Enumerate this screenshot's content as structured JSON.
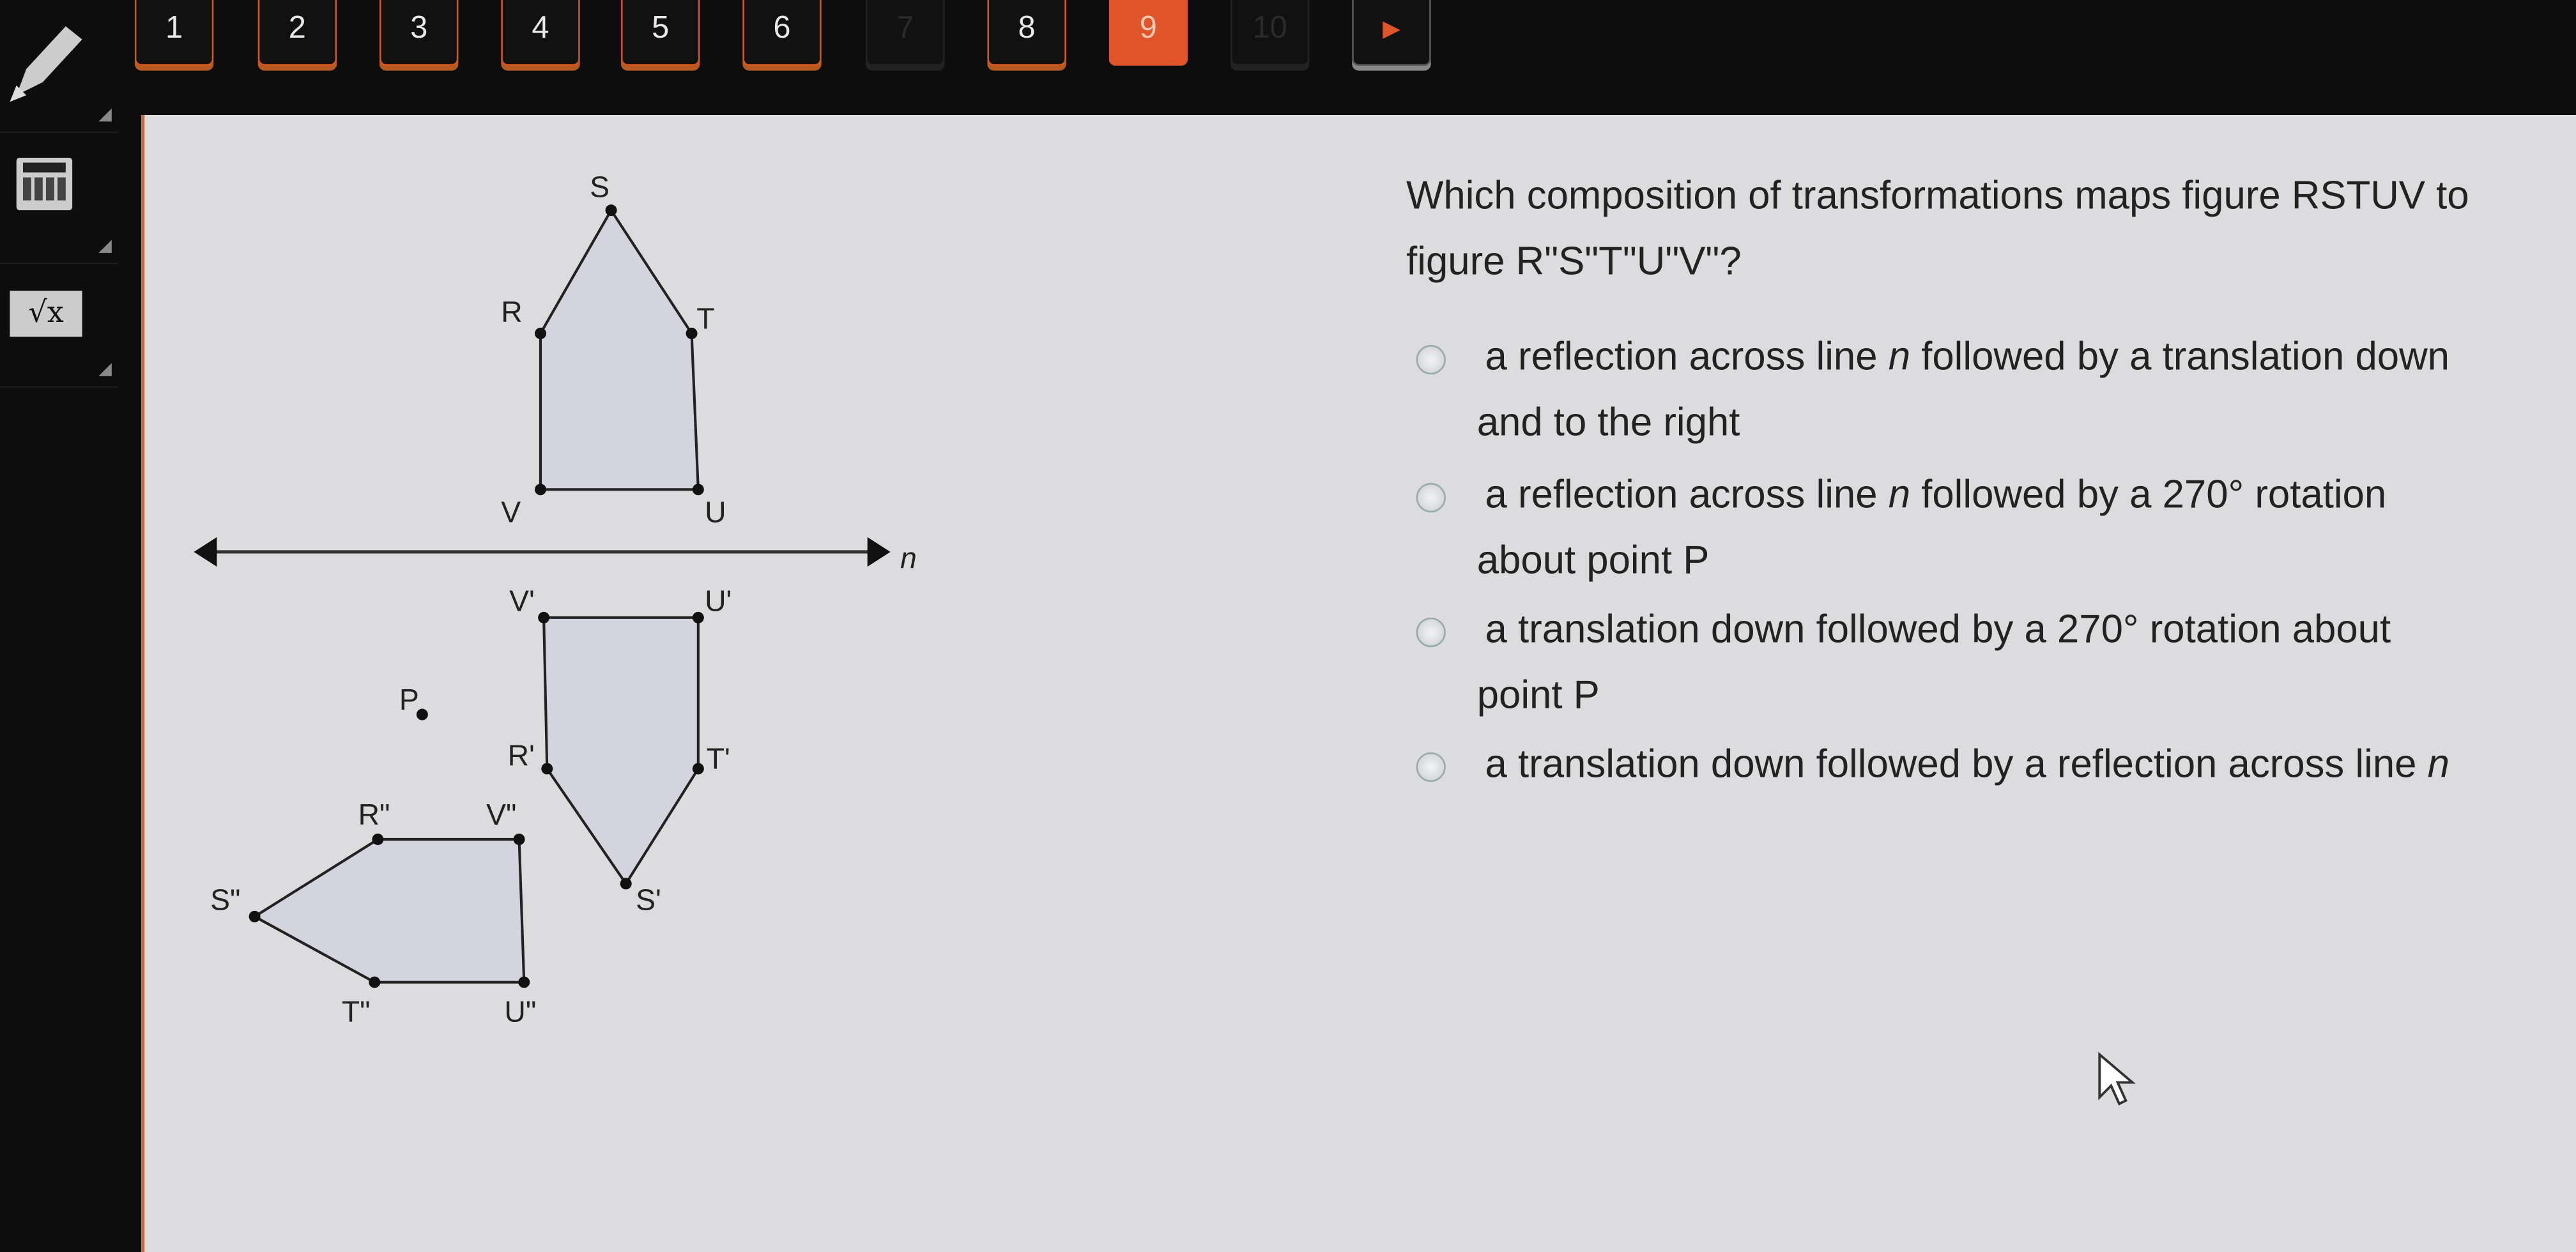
{
  "nav": {
    "buttons": [
      {
        "label": "1",
        "state": "done"
      },
      {
        "label": "2",
        "state": "done"
      },
      {
        "label": "3",
        "state": "done"
      },
      {
        "label": "4",
        "state": "done"
      },
      {
        "label": "5",
        "state": "done"
      },
      {
        "label": "6",
        "state": "done"
      },
      {
        "label": "7",
        "state": "disabled"
      },
      {
        "label": "8",
        "state": "done"
      },
      {
        "label": "9",
        "state": "active"
      },
      {
        "label": "10",
        "state": "disabled"
      }
    ],
    "next_icon": "play-arrow-icon"
  },
  "tools": [
    "pencil-icon",
    "calculator-icon",
    "square-root-icon"
  ],
  "tool_text": {
    "sqrt": "√x"
  },
  "question": {
    "text": "Which composition of transformations maps figure RSTUV to figure R\"S\"T\"U\"V\"?",
    "options": [
      {
        "pre": "a reflection across line ",
        "var": "n",
        "post": " followed by a translation down",
        "line2": "and to the right"
      },
      {
        "pre": "a reflection across line ",
        "var": "n",
        "post": " followed by a 270° rotation",
        "line2": "about point P"
      },
      {
        "pre": "a translation down followed by a 270° rotation about",
        "var": "",
        "post": "",
        "line2": "point P"
      },
      {
        "pre": "a translation down followed by a reflection across line ",
        "var": "n",
        "post": "",
        "line2": ""
      }
    ]
  },
  "figure": {
    "line_label": "n",
    "point_label": "P",
    "original": [
      "R",
      "S",
      "T",
      "U",
      "V"
    ],
    "image1": [
      "R'",
      "S'",
      "T'",
      "U'",
      "V'"
    ],
    "image2": [
      "R\"",
      "S\"",
      "T\"",
      "U\"",
      "V\""
    ]
  },
  "colors": {
    "accent": "#e0542a",
    "fill": "#d2d2dc",
    "panel": "#dcdcde"
  }
}
